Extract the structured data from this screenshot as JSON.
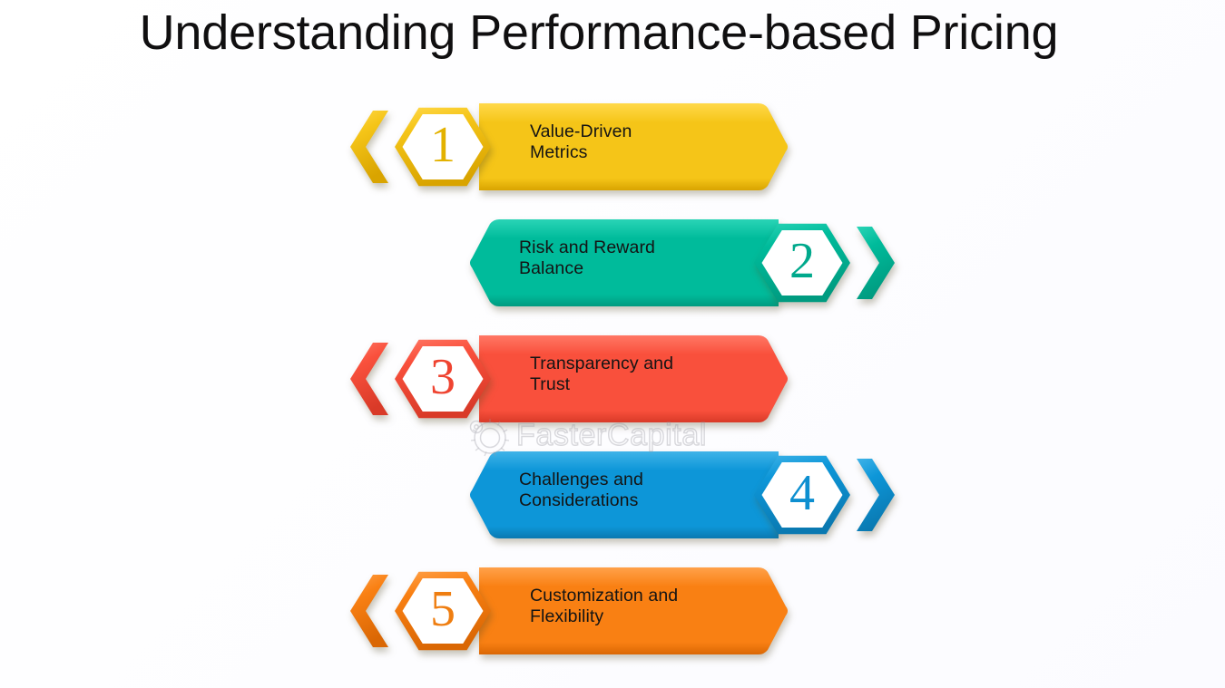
{
  "slide": {
    "title": "Understanding Performance-based Pricing",
    "background_color": "#fdfdff",
    "title_color": "#100f10"
  },
  "watermark": {
    "text": "FasterCapital",
    "icon": "gear-icon",
    "color": "#969aa0"
  },
  "steps": [
    {
      "number": "1",
      "label": "Value-Driven\nMetrics",
      "color": "#f5c518",
      "color_dark": "#d9a400",
      "color_light": "#ffd84a",
      "direction": "right",
      "number_color": "#e3b200"
    },
    {
      "number": "2",
      "label": "Risk and Reward\nBalance",
      "color": "#00bb9b",
      "color_dark": "#009b80",
      "color_light": "#2ad4b6",
      "direction": "left",
      "number_color": "#00a98c"
    },
    {
      "number": "3",
      "label": "Transparency and\nTrust",
      "color": "#f9503c",
      "color_dark": "#d93a28",
      "color_light": "#ff7765",
      "direction": "right",
      "number_color": "#ef4431"
    },
    {
      "number": "4",
      "label": "Challenges and\nConsiderations",
      "color": "#0d96d8",
      "color_dark": "#0a79b1",
      "color_light": "#3fb3e8",
      "direction": "left",
      "number_color": "#0d8fd0"
    },
    {
      "number": "5",
      "label": "Customization and\nFlexibility",
      "color": "#f98013",
      "color_dark": "#da6704",
      "color_light": "#ffa14a",
      "direction": "right",
      "number_color": "#ef7e11"
    }
  ]
}
